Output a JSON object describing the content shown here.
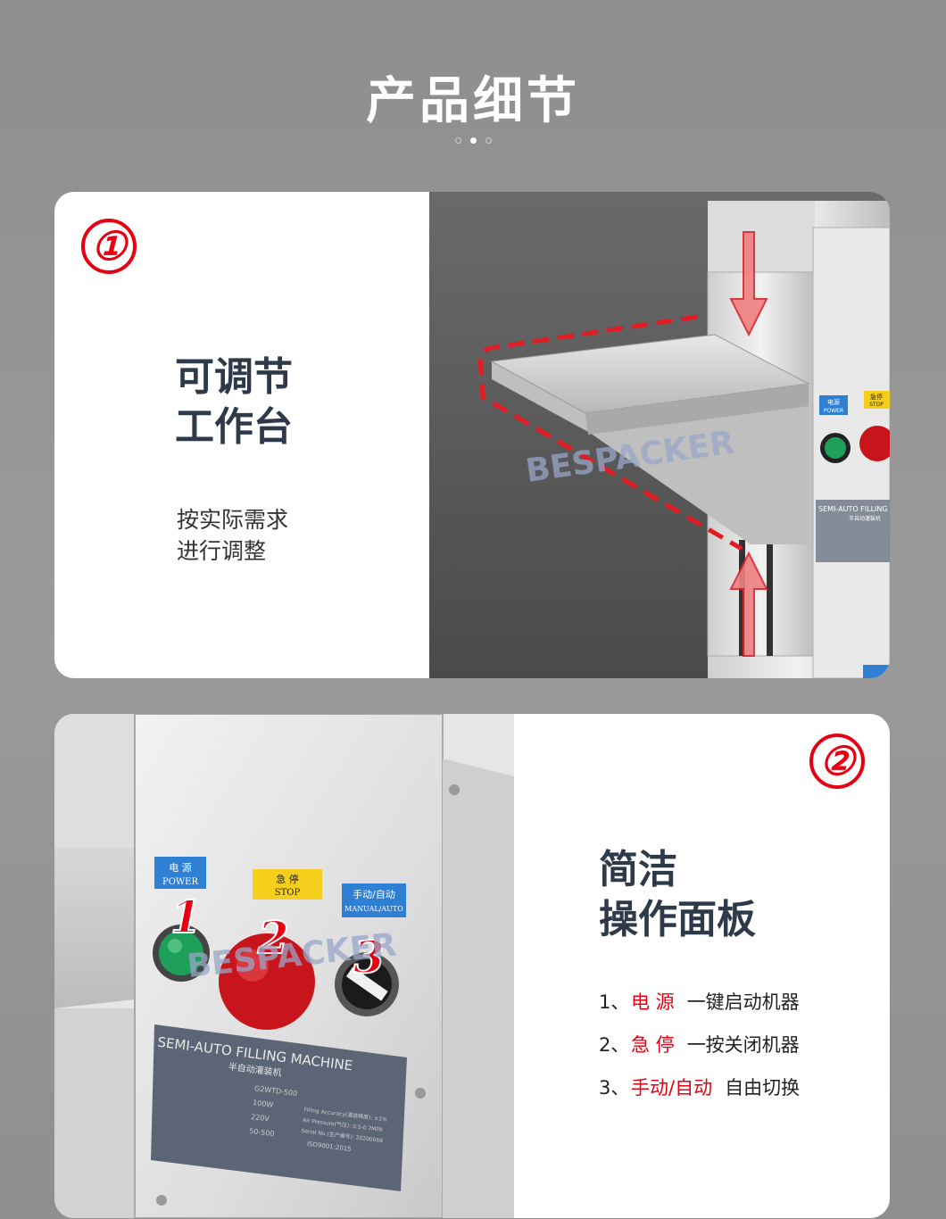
{
  "header": {
    "title": "产品细节"
  },
  "section1": {
    "number": "①",
    "title_line1": "可调节",
    "title_line2": "工作台",
    "desc_line1": "按实际需求",
    "desc_line2": "进行调整",
    "watermark": "BESPACKER",
    "panel_labels": {
      "power_cn": "电源",
      "power_en": "POWER",
      "stop_cn": "急停",
      "stop_en": "STOP",
      "plate_en": "SEMI-AUTO FILLING",
      "plate_cn": "半自动灌装机"
    }
  },
  "section2": {
    "number": "②",
    "title_line1": "简洁",
    "title_line2": "操作面板",
    "items": [
      {
        "num": "1、",
        "key": "电 源",
        "desc": "一键启动机器"
      },
      {
        "num": "2、",
        "key": "急 停",
        "desc": "一按关闭机器"
      },
      {
        "num": "3、",
        "key": "手动/自动",
        "desc": "自由切换"
      }
    ],
    "photo": {
      "watermark": "BESPACKER",
      "power_cn": "电 源",
      "power_en": "POWER",
      "stop_cn": "急 停",
      "stop_en": "STOP",
      "mode_cn": "手动/自动",
      "mode_en": "MANUAL/AUTO",
      "marker1": "1",
      "marker2": "2",
      "marker3": "3",
      "plate_en": "SEMI-AUTO FILLING MACHINE",
      "plate_cn": "半自动灌装机",
      "plate_model": "G2WTD-500",
      "plate_power": "100W",
      "plate_voltage": "220V",
      "plate_range": "50-500",
      "plate_accuracy": "Filling Accuracy(灌装精度): ±1%",
      "plate_air": "Air Pressure(气压): 0.5-0.7MPA",
      "plate_serial": "Serial No.(生产编号): 20200068",
      "plate_iso": "ISO9001:2015"
    }
  },
  "colors": {
    "accent_red": "#e60012",
    "title_dark": "#2e3a4a",
    "power_blue": "#2f7fd3",
    "stop_yellow": "#f6cf1c",
    "button_green": "#1fa05a"
  }
}
